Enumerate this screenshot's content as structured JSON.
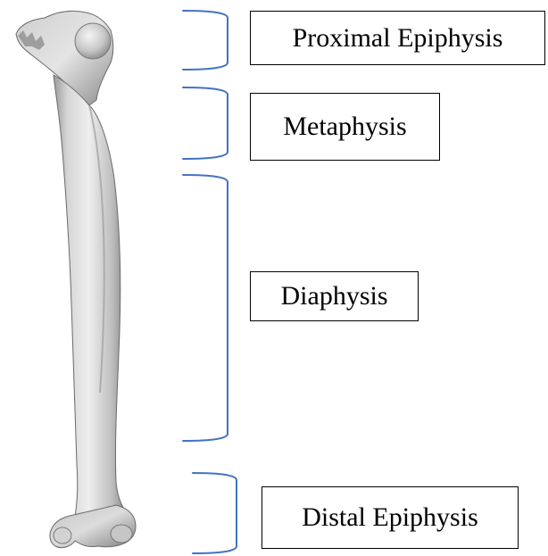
{
  "labels": {
    "proximal_epiphysis": "Proximal Epiphysis",
    "metaphysis": "Metaphysis",
    "diaphysis": "Diaphysis",
    "distal_epiphysis": "Distal Epiphysis"
  },
  "colors": {
    "bracket": "#4472c4",
    "bone_light": "#e8e8e8",
    "bone_mid": "#b4b4b4",
    "bone_dark": "#7a7a7a",
    "box_border": "#000000",
    "background": "#ffffff"
  }
}
